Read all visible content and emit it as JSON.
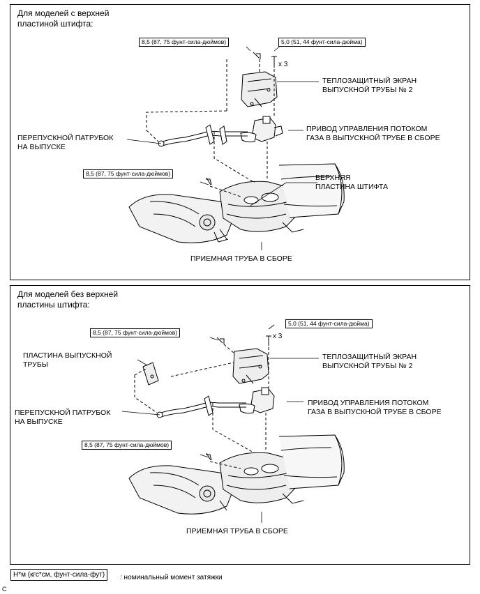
{
  "panel_a": {
    "title_line1": "Для моделей с верхней",
    "title_line2": "пластиной штифта:",
    "torque_top_left": "8,5 (87, 75 фунт-сила-дюймов)",
    "torque_top_right": "5,0 (51, 44 фунт-сила-дюйма)",
    "count": "x 3",
    "heat_shield_line1": "ТЕПЛОЗАЩИТНЫЙ ЭКРАН",
    "heat_shield_line2": "ВЫПУСКНОЙ ТРУБЫ № 2",
    "actuator_line1": "ПРИВОД УПРАВЛЕНИЯ ПОТОКОМ",
    "actuator_line2": "ГАЗА В ВЫПУСКНОЙ ТРУБЕ В СБОРЕ",
    "bypass_line1": "ПЕРЕПУСКНОЙ ПАТРУБОК",
    "bypass_line2": "НА ВЫПУСКЕ",
    "torque_mid": "8,5 (87, 75 фунт-сила-дюймов)",
    "pin_plate_line1": "ВЕРХНЯЯ",
    "pin_plate_line2": "ПЛАСТИНА ШТИФТА",
    "front_pipe": "ПРИЕМНАЯ ТРУБА В СБОРЕ"
  },
  "panel_b": {
    "title_line1": "Для моделей без верхней",
    "title_line2": "пластины штифта:",
    "torque_top_left": "8,5 (87, 75 фунт-сила-дюймов)",
    "torque_top_right": "5,0 (51, 44 фунт-сила-дюйма)",
    "count": "x 3",
    "exhaust_plate_line1": "ПЛАСТИНА ВЫПУСКНОЙ",
    "exhaust_plate_line2": "ТРУБЫ",
    "heat_shield_line1": "ТЕПЛОЗАЩИТНЫЙ ЭКРАН",
    "heat_shield_line2": "ВЫПУСКНОЙ ТРУБЫ № 2",
    "actuator_line1": "ПРИВОД УПРАВЛЕНИЯ ПОТОКОМ",
    "actuator_line2": "ГАЗА В ВЫПУСКНОЙ ТРУБЕ В СБОРЕ",
    "bypass_line1": "ПЕРЕПУСКНОЙ ПАТРУБОК",
    "bypass_line2": "НА ВЫПУСКЕ",
    "torque_mid": "8,5 (87, 75 фунт-сила-дюймов)",
    "front_pipe": "ПРИЕМНАЯ ТРУБА В СБОРЕ"
  },
  "legend": {
    "unit_box": "Н*м (кгс*см, фунт-сила-фут)",
    "unit_desc": ": номинальный момент затяжки"
  },
  "figure_code": "C"
}
